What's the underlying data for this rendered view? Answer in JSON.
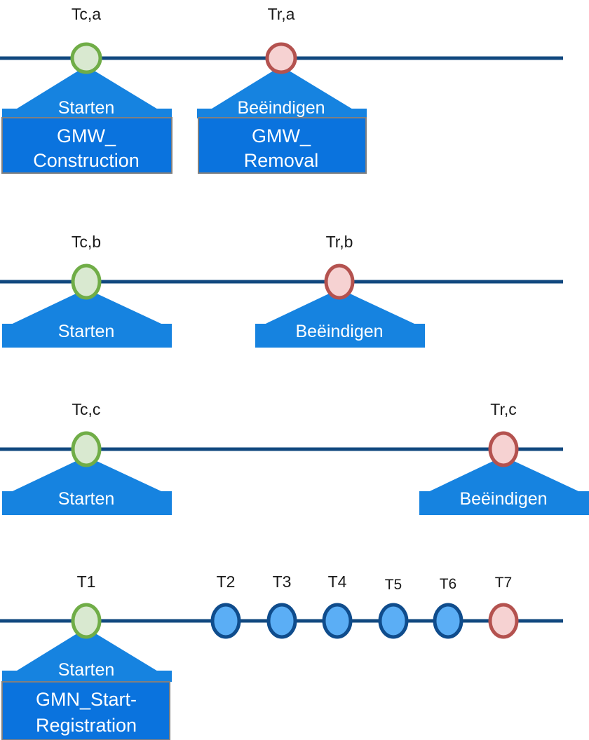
{
  "diagram": {
    "title_semantic": "groundwater-monitoring-lifecycle-timelines",
    "colors": {
      "timeline_line": "#11487F",
      "banner_fill": "#1683E0",
      "box_fill": "#0A73DE",
      "box_border": "#808080",
      "green_circle_fill": "#D9E9D0",
      "green_circle_stroke": "#70AD47",
      "red_circle_fill": "#F6D2D2",
      "red_circle_stroke": "#B4524F",
      "blue_circle_fill": "#5BAEF5",
      "blue_circle_stroke": "#0F4C8C",
      "label_text": "#1A1A1A",
      "banner_text": "#FFFFFF",
      "background": "#FFFFFF"
    },
    "rows": [
      {
        "id": "row-a",
        "markers": [
          {
            "id": "tc-a",
            "label": "Tc,a",
            "marker_type": "start",
            "banner_label": "Starten",
            "box_lines": [
              "GMW_",
              "Construction"
            ]
          },
          {
            "id": "tr-a",
            "label": "Tr,a",
            "marker_type": "end",
            "banner_label": "Beëindigen",
            "box_lines": [
              "GMW_",
              "Removal"
            ]
          }
        ]
      },
      {
        "id": "row-b",
        "markers": [
          {
            "id": "tc-b",
            "label": "Tc,b",
            "marker_type": "start",
            "banner_label": "Starten",
            "box_lines": []
          },
          {
            "id": "tr-b",
            "label": "Tr,b",
            "marker_type": "end",
            "banner_label": "Beëindigen",
            "box_lines": []
          }
        ]
      },
      {
        "id": "row-c",
        "markers": [
          {
            "id": "tc-c",
            "label": "Tc,c",
            "marker_type": "start",
            "banner_label": "Starten",
            "box_lines": []
          },
          {
            "id": "tr-c",
            "label": "Tr,c",
            "marker_type": "end",
            "banner_label": "Beëindigen",
            "box_lines": []
          }
        ]
      },
      {
        "id": "row-t",
        "markers": [
          {
            "id": "t1",
            "label": "T1",
            "marker_type": "start",
            "banner_label": "Starten",
            "box_lines": [
              "GMN_Start-",
              "Registration"
            ]
          },
          {
            "id": "t2",
            "label": "T2",
            "marker_type": "event",
            "banner_label": "",
            "box_lines": []
          },
          {
            "id": "t3",
            "label": "T3",
            "marker_type": "event",
            "banner_label": "",
            "box_lines": []
          },
          {
            "id": "t4",
            "label": "T4",
            "marker_type": "event",
            "banner_label": "",
            "box_lines": []
          },
          {
            "id": "t5",
            "label": "T5",
            "marker_type": "event",
            "banner_label": "",
            "box_lines": []
          },
          {
            "id": "t6",
            "label": "T6",
            "marker_type": "event",
            "banner_label": "",
            "box_lines": []
          },
          {
            "id": "t7",
            "label": "T7",
            "marker_type": "end",
            "banner_label": "",
            "box_lines": []
          }
        ]
      }
    ]
  }
}
